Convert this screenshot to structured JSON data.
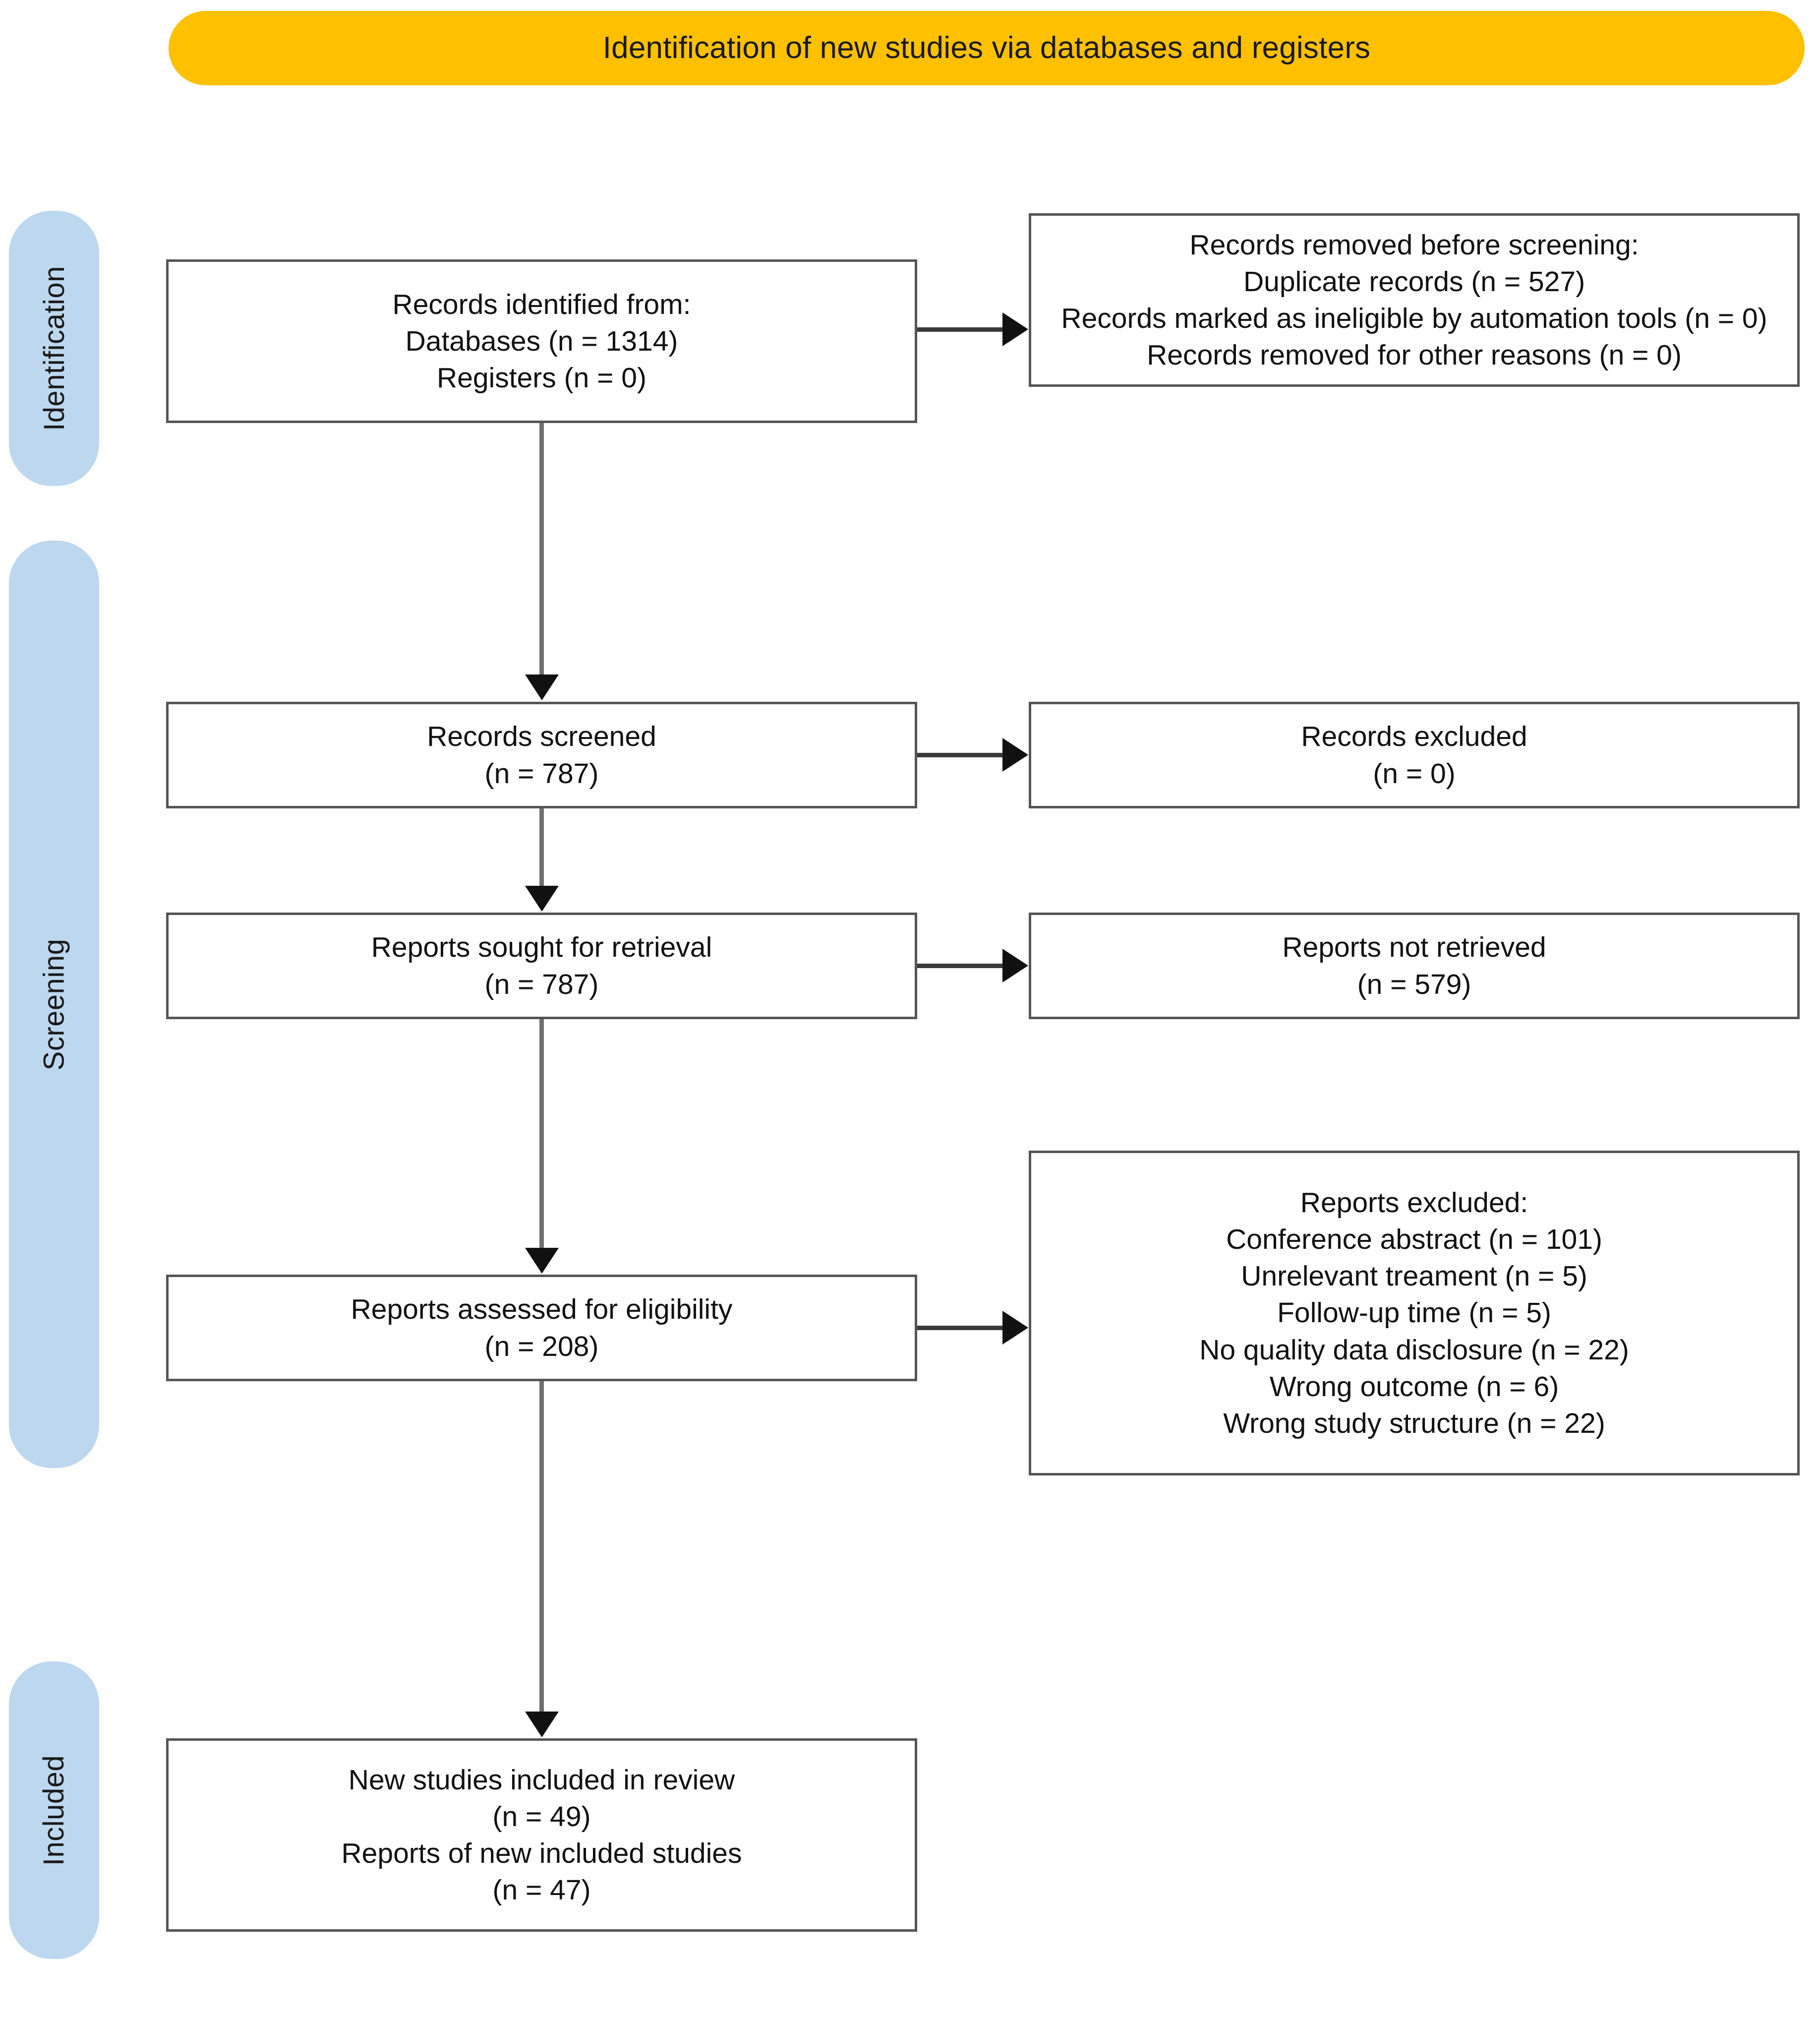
{
  "header": {
    "title": "Identification of new studies via databases and registers",
    "color": "#FFC000"
  },
  "stages": {
    "color": "#BDD7EE",
    "identification": "Identification",
    "screening": "Screening",
    "included": "Included"
  },
  "boxes": {
    "identified": {
      "lines": [
        "Records identified from:",
        "Databases (n = 1314)",
        "Registers (n = 0)"
      ]
    },
    "removed_before_screening": {
      "lines": [
        "Records removed before screening:",
        "Duplicate records (n = 527)",
        "Records marked as ineligible by automation tools (n = 0)",
        "Records removed for other reasons (n = 0)"
      ]
    },
    "screened": {
      "lines": [
        "Records screened",
        "(n = 787)"
      ]
    },
    "records_excluded": {
      "lines": [
        "Records excluded",
        "(n = 0)"
      ]
    },
    "sought_for_retrieval": {
      "lines": [
        "Reports sought for retrieval",
        "(n = 787)"
      ]
    },
    "not_retrieved": {
      "lines": [
        "Reports not retrieved",
        "(n = 579)"
      ]
    },
    "assessed_for_eligibility": {
      "lines": [
        "Reports assessed for eligibility",
        "(n = 208)"
      ]
    },
    "reports_excluded": {
      "lines": [
        "Reports excluded:",
        "Conference abstract (n = 101)",
        "Unrelevant treament (n = 5)",
        "Follow-up time (n = 5)",
        "No quality data disclosure (n = 22)",
        "Wrong outcome (n = 6)",
        "Wrong study structure (n = 22)"
      ]
    },
    "included_in_review": {
      "lines": [
        "New studies included in review",
        "(n = 49)",
        "Reports of new included studies",
        "(n = 47)"
      ]
    }
  },
  "chart_data": {
    "type": "diagram",
    "title": "PRISMA 2020 flow diagram for new systematic reviews",
    "nodes": [
      {
        "id": "identified",
        "stage": "Identification",
        "label": "Records identified from: Databases (n = 1314); Registers (n = 0)",
        "n": 1314
      },
      {
        "id": "removed_before_screening",
        "stage": "Identification",
        "label": "Records removed before screening",
        "duplicate_records": 527,
        "ineligible_by_automation_tools": 0,
        "removed_other_reasons": 0
      },
      {
        "id": "screened",
        "stage": "Screening",
        "label": "Records screened",
        "n": 787
      },
      {
        "id": "records_excluded",
        "stage": "Screening",
        "label": "Records excluded",
        "n": 0
      },
      {
        "id": "sought_for_retrieval",
        "stage": "Screening",
        "label": "Reports sought for retrieval",
        "n": 787
      },
      {
        "id": "not_retrieved",
        "stage": "Screening",
        "label": "Reports not retrieved",
        "n": 579
      },
      {
        "id": "assessed_for_eligibility",
        "stage": "Screening",
        "label": "Reports assessed for eligibility",
        "n": 208
      },
      {
        "id": "reports_excluded",
        "stage": "Screening",
        "label": "Reports excluded",
        "conference_abstract": 101,
        "unrelevant_treament": 5,
        "follow_up_time": 5,
        "no_quality_data_disclosure": 22,
        "wrong_outcome": 6,
        "wrong_study_structure": 22
      },
      {
        "id": "included_in_review",
        "stage": "Included",
        "label": "New studies included in review",
        "new_studies": 49,
        "reports_of_new_included_studies": 47
      }
    ],
    "edges": [
      {
        "from": "identified",
        "to": "removed_before_screening"
      },
      {
        "from": "identified",
        "to": "screened"
      },
      {
        "from": "screened",
        "to": "records_excluded"
      },
      {
        "from": "screened",
        "to": "sought_for_retrieval"
      },
      {
        "from": "sought_for_retrieval",
        "to": "not_retrieved"
      },
      {
        "from": "sought_for_retrieval",
        "to": "assessed_for_eligibility"
      },
      {
        "from": "assessed_for_eligibility",
        "to": "reports_excluded"
      },
      {
        "from": "assessed_for_eligibility",
        "to": "included_in_review"
      }
    ]
  }
}
